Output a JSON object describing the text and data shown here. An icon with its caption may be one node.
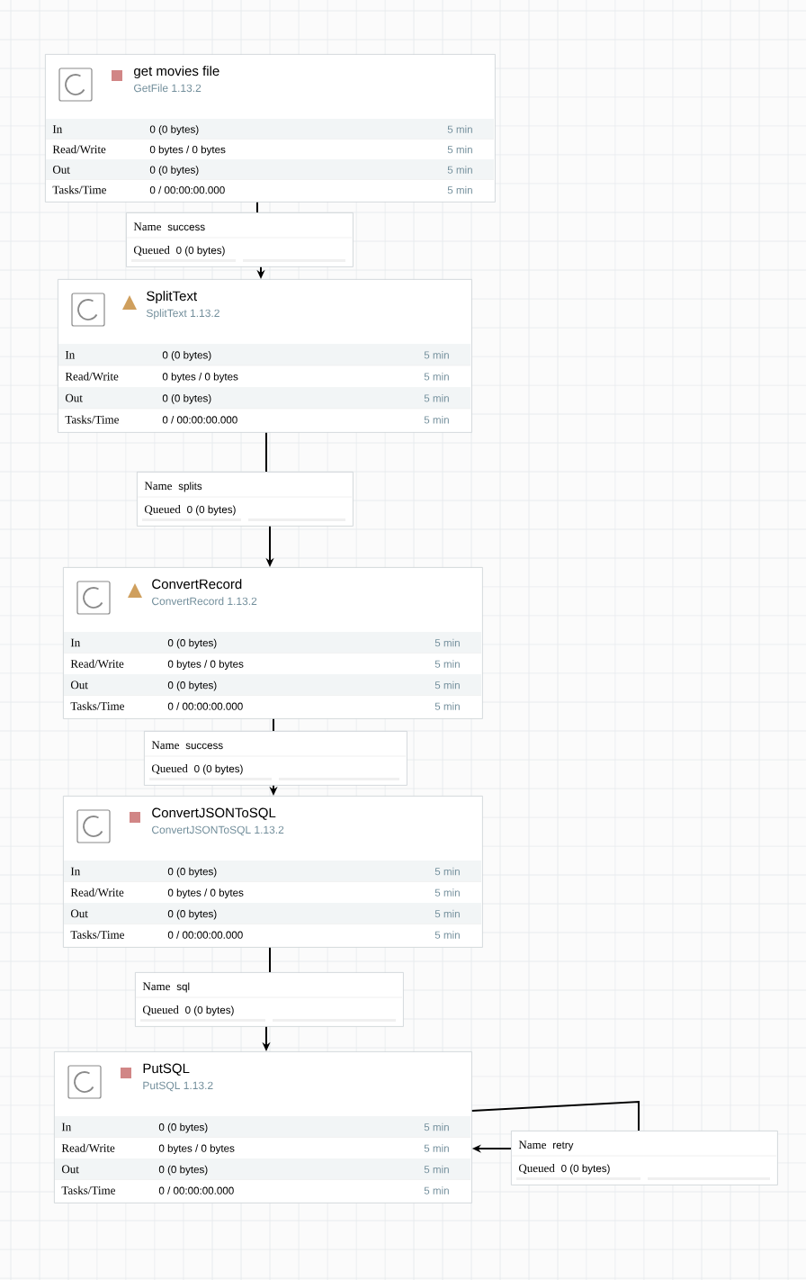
{
  "diagram": {
    "nodes": [
      {
        "text": [
          "get movies file",
          "GetFile 1.13.2",
          "In",
          "0 (0 bytes)",
          "5 min",
          "Read/Write",
          "0 bytes / 0 bytes",
          "5 min",
          "Out",
          "0 (0 bytes)",
          "5 min",
          "Tasks/Time",
          "0 / 00:00:00.000",
          "5 min"
        ]
      },
      {
        "text": [
          "Name",
          "success",
          "Queued",
          "0 (0 bytes)"
        ]
      },
      {
        "text": [
          "SplitText",
          "SplitText 1.13.2",
          "In",
          "0 (0 bytes)",
          "5 min",
          "Read/Write",
          "0 bytes / 0 bytes",
          "5 min",
          "Out",
          "0 (0 bytes)",
          "5 min",
          "Tasks/Time",
          "0 / 00:00:00.000",
          "5 min"
        ]
      },
      {
        "text": [
          "Name",
          "splits",
          "Queued",
          "0 (0 bytes)"
        ]
      },
      {
        "text": [
          "ConvertRecord",
          "ConvertRecord 1.13.2",
          "In",
          "0 (0 bytes)",
          "5 min",
          "Read/Write",
          "0 bytes / 0 bytes",
          "5 min",
          "Out",
          "0 (0 bytes)",
          "5 min",
          "Tasks/Time",
          "0 / 00:00:00.000",
          "5 min"
        ]
      },
      {
        "text": [
          "Name",
          "success",
          "Queued",
          "0 (0 bytes)"
        ]
      },
      {
        "text": [
          "ConvertJSONToSQL",
          "ConvertJSONToSQL 1.13.2",
          "In",
          "0 (0 bytes)",
          "5 min",
          "Read/Write",
          "0 bytes / 0 bytes",
          "5 min",
          "Out",
          "0 (0 bytes)",
          "5 min",
          "Tasks/Time",
          "0 / 00:00:00.000",
          "5 min"
        ]
      },
      {
        "text": [
          "Name",
          "sql",
          "Queued",
          "0 (0 bytes)"
        ]
      },
      {
        "text": [
          "PutSQL",
          "PutSQL 1.13.2",
          "In",
          "0 (0 bytes)",
          "5 min",
          "Read/Write",
          "0 bytes / 0 bytes",
          "5 min",
          "Out",
          "0 (0 bytes)",
          "5 min",
          "Tasks/Time",
          "0 / 00:00:00.000",
          "5 min"
        ]
      },
      {
        "text": [
          "Name",
          "retry",
          "Queued",
          "0 (0 bytes)"
        ]
      }
    ],
    "edges": [
      {
        "from": 0,
        "to": 1,
        "arrow": "none"
      },
      {
        "from": 1,
        "to": 2,
        "arrow": "to"
      },
      {
        "from": 2,
        "to": 3,
        "arrow": "none"
      },
      {
        "from": 3,
        "to": 4,
        "arrow": "to"
      },
      {
        "from": 4,
        "to": 5,
        "arrow": "none"
      },
      {
        "from": 5,
        "to": 6,
        "arrow": "to"
      },
      {
        "from": 6,
        "to": 7,
        "arrow": "none"
      },
      {
        "from": 7,
        "to": 8,
        "arrow": "to"
      },
      {
        "from": 8,
        "to": 9,
        "arrow": "none"
      },
      {
        "from": 9,
        "to": 8,
        "arrow": "to"
      }
    ]
  }
}
